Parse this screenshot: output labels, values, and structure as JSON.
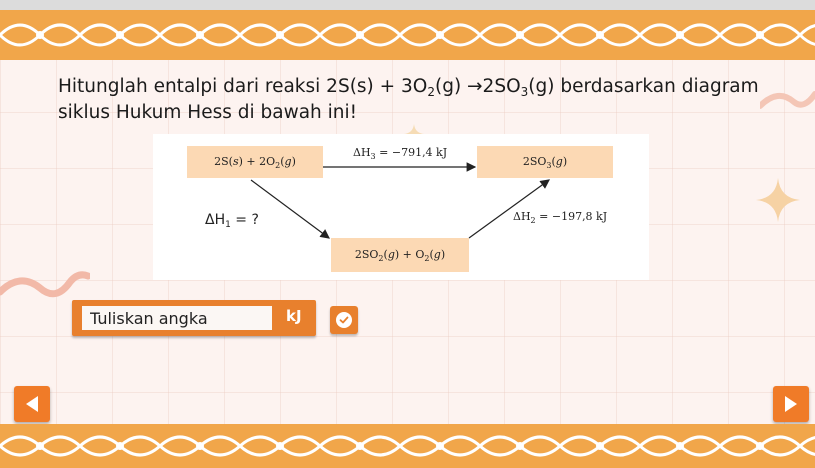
{
  "question": {
    "line1_a": "Hitunglah entalpi dari reaksi 2S(s) + 3O",
    "line1_b": "2",
    "line1_c": "(g) →2SO",
    "line1_d": "3",
    "line1_e": "(g) berdasarkan diagram",
    "line2": "siklus Hukum Hess di bawah ini!"
  },
  "diagram": {
    "box_reactants": {
      "a": "2S(",
      "b": "s",
      "c": ") + 2O",
      "d": "2",
      "e": "(",
      "f": "g",
      "g": ")"
    },
    "box_product": {
      "a": "2SO",
      "b": "3",
      "c": "(",
      "d": "g",
      "e": ")"
    },
    "box_intermediate": {
      "a": "2SO",
      "b": "2",
      "c": "(",
      "d": "g",
      "e": ") + O",
      "f": "2",
      "g": "(",
      "h": "g",
      "i": ")"
    },
    "dh3": {
      "a": "ΔH",
      "b": "3",
      "c": " = −791,4 kJ"
    },
    "dh2": {
      "a": "ΔH",
      "b": "2",
      "c": " = −197,8 kJ"
    },
    "dh1": {
      "a": "ΔH",
      "b": "1",
      "c": " = ?"
    }
  },
  "answer": {
    "placeholder": "Tuliskan angka",
    "unit": "kJ"
  },
  "icons": {
    "check": "check-circle-icon",
    "prev": "triangle-left-icon",
    "next": "triangle-right-icon"
  },
  "colors": {
    "accent": "#e8802d",
    "band": "#f1a64a",
    "box": "#fcd9b4"
  }
}
